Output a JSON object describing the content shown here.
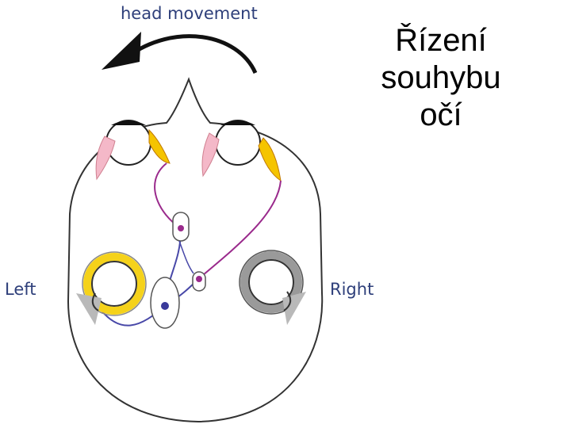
{
  "slide": {
    "title_lines": [
      "Řízení",
      "souhybu",
      "očí"
    ]
  },
  "diagram": {
    "head_movement_label": "head movement",
    "left_label": "Left",
    "right_label": "Right"
  },
  "colors": {
    "muscle_active": "#f5c400",
    "muscle_inactive": "#f4b8c8",
    "nerve_magenta": "#9a2a8c",
    "nerve_blue": "#4848a8",
    "canal_active": "#f5d21a",
    "canal_inactive": "#7a7a7a",
    "label_text": "#2e3f7a"
  }
}
